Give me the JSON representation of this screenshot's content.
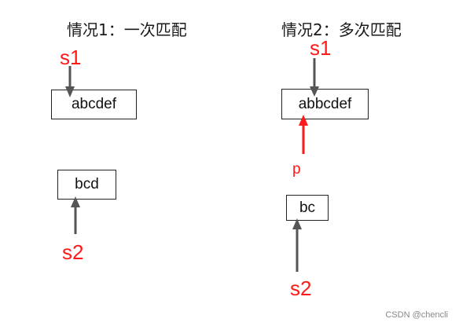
{
  "colors": {
    "pointer_red": "#ff1a1a",
    "arrow_gray": "#555555",
    "arrow_red": "#ff1a1a"
  },
  "case1": {
    "title": "情况1：一次匹配",
    "string_box": "abcdef",
    "pattern_box": "bcd",
    "label_top": "s1",
    "label_bottom": "s2"
  },
  "case2": {
    "title": "情况2：多次匹配",
    "string_box": "abbcdef",
    "pattern_box": "bc",
    "label_top": "s1",
    "label_mid": "p",
    "label_bottom": "s2"
  },
  "watermark": "CSDN @chencli"
}
